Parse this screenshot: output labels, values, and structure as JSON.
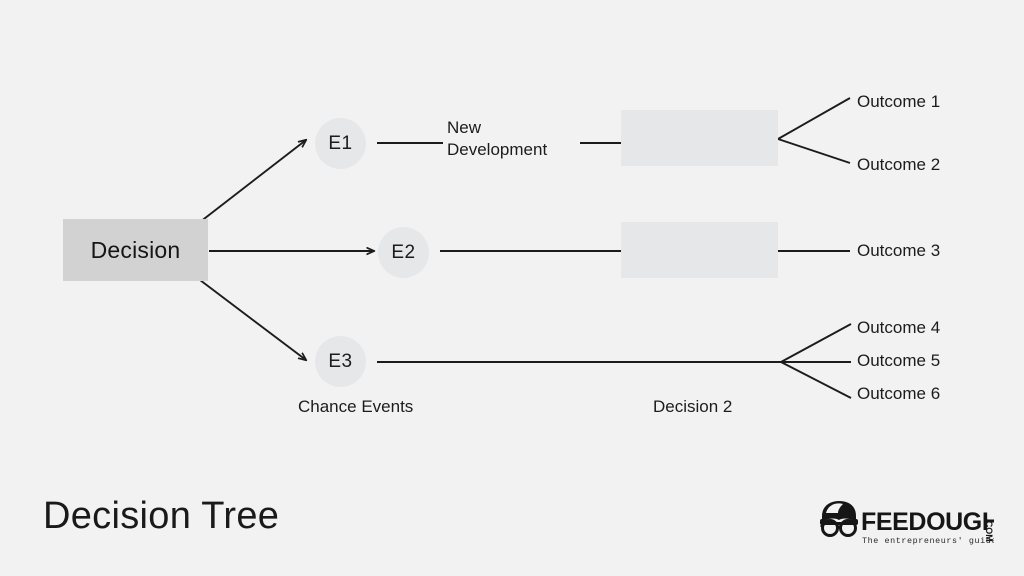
{
  "slide": {
    "title": "Decision Tree",
    "background_color": "#f2f2f2"
  },
  "diagram": {
    "root": {
      "label": "Decision",
      "fill": "#d2d2d2"
    },
    "chance_nodes": [
      {
        "id": "E1",
        "label": "E1"
      },
      {
        "id": "E2",
        "label": "E2"
      },
      {
        "id": "E3",
        "label": "E3"
      }
    ],
    "edge_labels": {
      "new_development": "New\nDevelopment",
      "new_development_line1": "New",
      "new_development_line2": "Development"
    },
    "decision2_boxes": [
      {
        "id": "d2-top",
        "label": "",
        "fill": "#e6e7e9"
      },
      {
        "id": "d2-mid",
        "label": "",
        "fill": "#e6e7e9"
      }
    ],
    "outcomes": [
      {
        "id": "o1",
        "label": "Outcome 1"
      },
      {
        "id": "o2",
        "label": "Outcome 2"
      },
      {
        "id": "o3",
        "label": "Outcome 3"
      },
      {
        "id": "o4",
        "label": "Outcome 4"
      },
      {
        "id": "o5",
        "label": "Outcome 5"
      },
      {
        "id": "o6",
        "label": "Outcome 6"
      }
    ],
    "stage_labels": {
      "chance_events": "Chance Events",
      "decision_2": "Decision 2"
    },
    "line_color": "#1c1c1c"
  },
  "logo": {
    "wordmark": "FEEDOUGH",
    "domain_suffix": ".COM",
    "tagline": "The entrepreneurs' guide",
    "color": "#161616"
  }
}
